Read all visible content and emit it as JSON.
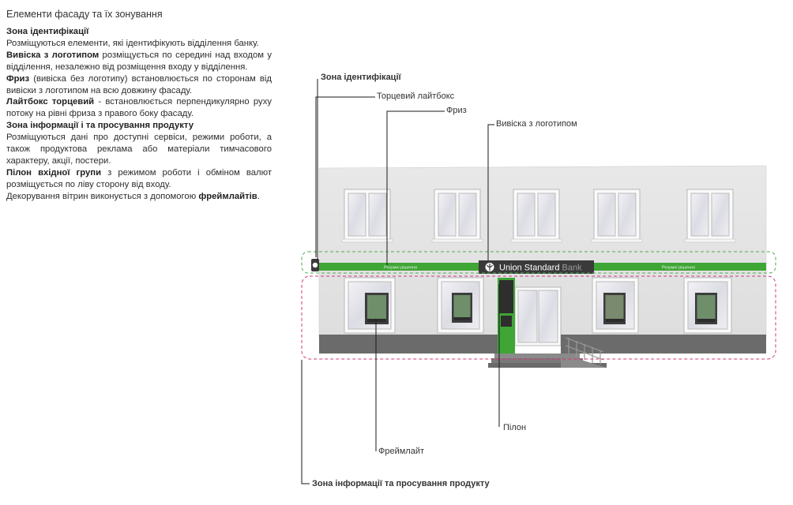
{
  "page_title": "Елементи фасаду та їх зонування",
  "sections": {
    "id_zone_heading": "Зона ідентифікації",
    "id_zone_text": "Розміщуються елементи, які ідентифікують відділення банку.",
    "sign_term": "Вивіска з логотипом",
    "sign_text": " розміщується по середині над входом у відділення, незалежно від розміщення входу у відділення.",
    "frieze_term": "Фриз",
    "frieze_text": " (вивіска без логотипу) встановлюється по сторонам від вивіски з логотипом на всю довжину фасаду.",
    "lightbox_term": "Лайтбокс торцевий",
    "lightbox_text": " - встановлюється перпендикулярно руху потоку на рівні фриза з правого боку фасаду.",
    "info_zone_heading": "Зона інформації і та просування продукту",
    "info_zone_text": "Розміщуються дані про доступні сервіси, режими роботи, а також продуктова реклама або матеріали тимчасового характеру, акції, постери.",
    "pylon_term": "Пілон вхідної групи",
    "pylon_text": " з режимом роботи і обміном валют розміщується по ліву сторону від входу.",
    "decor_text": "Декорування вітрин виконується з допомогою ",
    "decor_term": "фреймлайтів",
    "decor_end": "."
  },
  "callouts": {
    "id_zone": "Зона ідентифікації",
    "end_lightbox": "Торцевий лайтбокс",
    "frieze": "Фриз",
    "logo_sign": "Вивіска з логотипом",
    "pylon": "Пілон",
    "framelight": "Фреймлайт",
    "info_zone": "Зона інформації та просування продукту"
  },
  "facade": {
    "sign_text": "Union Standard",
    "sign_text_accent": "Bank",
    "frieze_left_text": "Розумні рішення",
    "frieze_right_text": "Розумні рішення"
  },
  "colors": {
    "brand_green": "#3fa535",
    "sign_dark": "#3a3a3a",
    "info_zone_outline": "#d1387a",
    "id_zone_outline": "#4caf50",
    "wall": "#e6e6e6",
    "plinth": "#6b6b6b"
  }
}
